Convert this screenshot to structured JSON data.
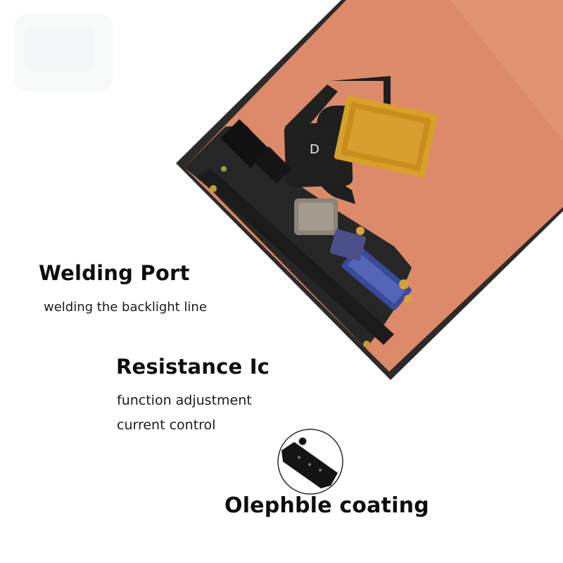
{
  "features": {
    "welding_port": {
      "title": "Welding Port",
      "description": "welding the backlight line"
    },
    "resistance_ic": {
      "title": "Resistance Ic",
      "lines": [
        "function adjustment",
        "current control"
      ]
    },
    "olephble_coating": {
      "title": "Olephble coating"
    }
  },
  "colors": {
    "panel_copper": "#dc8a69",
    "panel_frame": "#2b2b2b",
    "flex_cable": "#1f1f1f",
    "gold_chip": "#d7a02a",
    "connector_blue": "#3a4a9a"
  }
}
